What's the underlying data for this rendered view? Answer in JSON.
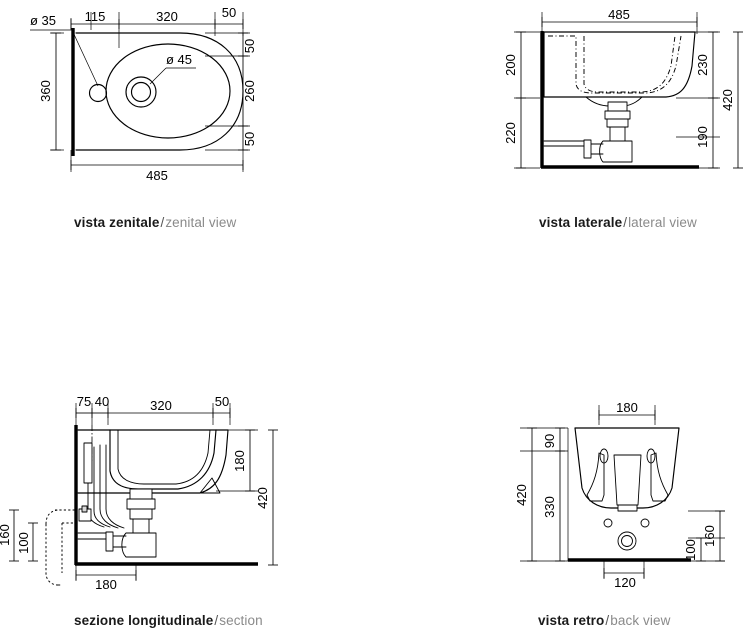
{
  "sheet": {
    "title": "Sanitary fixture technical drawing sheet",
    "background_color": "#ffffff",
    "line_color": "#000000",
    "caption_italian_color": "#1a1a1a",
    "caption_english_color": "#8a8a8a",
    "separator": "/",
    "units": "mm"
  },
  "views": {
    "zenital": {
      "caption_it": "vista zenitale",
      "caption_en": "zenital view",
      "dimensions": {
        "hole_diameter_rear": "ø 35",
        "hole_diameter_drain": "ø 45",
        "offset_115": "115",
        "span_320": "320",
        "edge_50_top": "50",
        "edge_50_right_top": "50",
        "span_260": "260",
        "edge_50_right_bottom": "50",
        "height_360": "360",
        "width_485": "485"
      }
    },
    "lateral": {
      "caption_it": "vista laterale",
      "caption_en": "lateral view",
      "dimensions": {
        "length_485": "485",
        "bowl_top_200": "200",
        "floor_gap_220": "220",
        "bowl_height_230": "230",
        "drain_height_190": "190",
        "total_height_420": "420"
      }
    },
    "section": {
      "caption_it": "sezione longitudinale",
      "caption_en": "section",
      "dimensions": {
        "offset_75": "75",
        "offset_40": "40",
        "span_320": "320",
        "edge_50": "50",
        "bowl_depth_180": "180",
        "total_height_420": "420",
        "supply_160": "160",
        "supply_100": "100",
        "base_180": "180"
      }
    },
    "back": {
      "caption_it": "vista retro",
      "caption_en": "back view",
      "dimensions": {
        "bolt_spacing_180": "180",
        "top_90": "90",
        "bowl_330": "330",
        "total_height_420": "420",
        "supply_160": "160",
        "supply_100": "100",
        "drain_120": "120"
      }
    }
  }
}
